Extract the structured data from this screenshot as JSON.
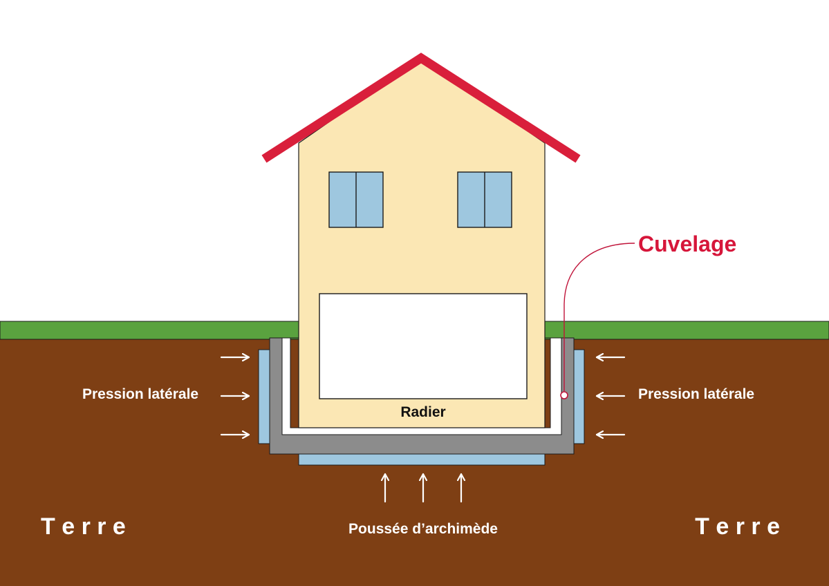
{
  "labels": {
    "cuvelage": "Cuvelage",
    "pression_gauche": "Pression latérale",
    "pression_droite": "Pression latérale",
    "radier": "Radier",
    "poussee": "Poussée d’archimède",
    "terre_gauche": "T e r r e",
    "terre_droite": "T e r r e"
  },
  "colors": {
    "sky": "#ffffff",
    "grass": "#5aa23f",
    "soil": "#7e3f14",
    "wall_facade": "#fbe7b4",
    "roof": "#d91f3b",
    "window": "#9ec7df",
    "concrete": "#8c8c8c",
    "membrane": "#9ec7df",
    "accent": "#d6163a",
    "text_light": "#ffffff",
    "text_dark": "#111111"
  },
  "icons": {
    "lateral_arrows": "arrow-right-icon / arrow-left-icon",
    "upward_arrows": "arrow-up-icon"
  }
}
